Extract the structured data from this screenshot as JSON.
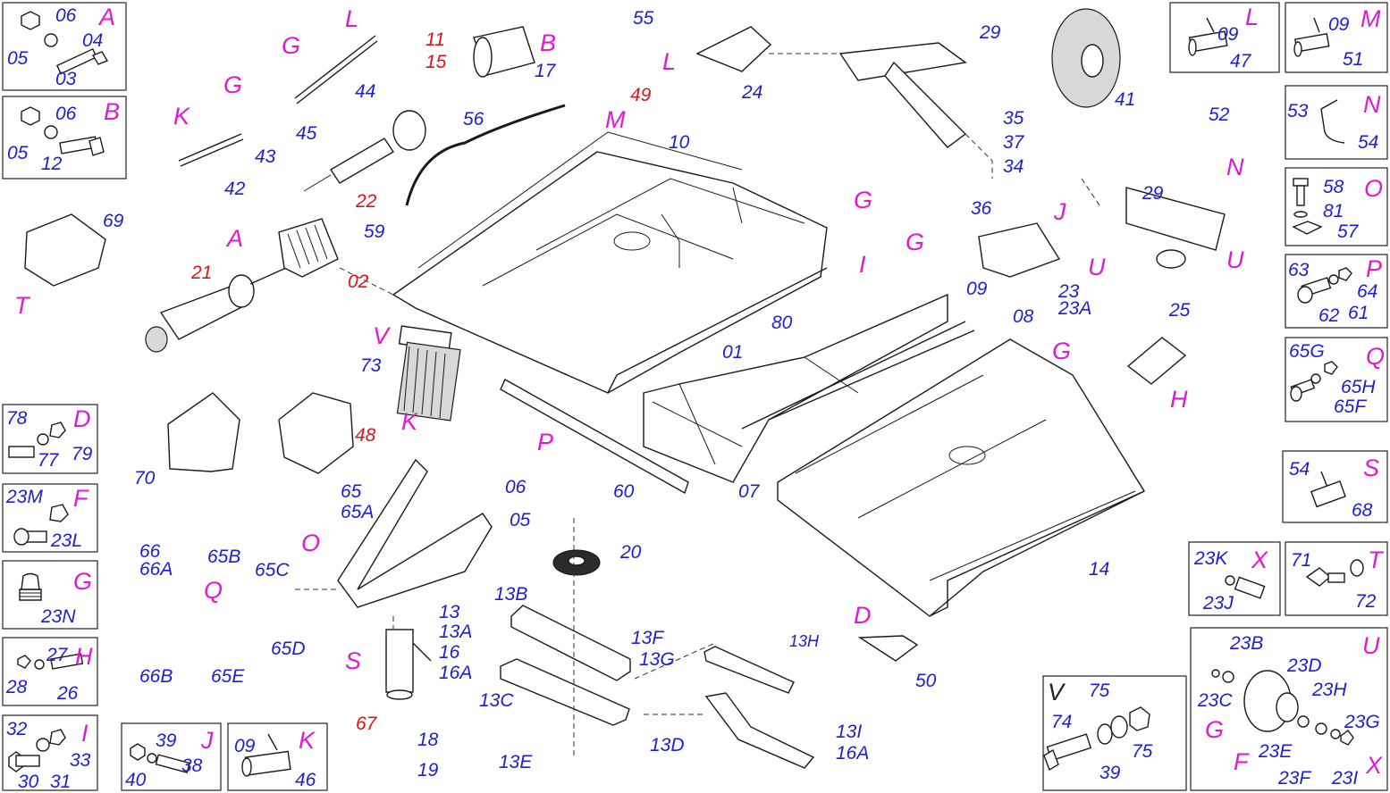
{
  "colors": {
    "part": "#1e1ed2",
    "red_part": "#d81616",
    "group": "#e01ad2",
    "line": "#1a1a1a"
  },
  "main_labels": {
    "p10": "10",
    "p29a": "29",
    "p29b": "29",
    "p41": "41",
    "p24": "24",
    "p25": "25",
    "p44": "44",
    "p45": "45",
    "p43": "43",
    "p42": "42",
    "p22": "22",
    "p56": "56",
    "p55": "55",
    "p17": "17",
    "p49": "49",
    "p11": "11",
    "p15": "15",
    "p02": "02",
    "p21": "21",
    "p59": "59",
    "p69": "69",
    "p73": "73",
    "p80": "80",
    "p01": "01",
    "p09": "09",
    "p08": "08",
    "p23": "23",
    "p23A": "23A",
    "p35": "35",
    "p37": "37",
    "p34": "34",
    "p36": "36",
    "p52": "52",
    "p48": "48",
    "p70": "70",
    "p60": "60",
    "p07": "07",
    "p14": "14",
    "p65": "65",
    "p65A": "65A",
    "p66": "66",
    "p66A": "66A",
    "p66B": "66B",
    "p65B": "65B",
    "p65C": "65C",
    "p65D": "65D",
    "p65E": "65E",
    "p67": "67",
    "p06": "06",
    "p05": "05",
    "p20": "20",
    "p13B": "13B",
    "p13": "13",
    "p13A": "13A",
    "p16": "16",
    "p16A": "16A",
    "p13F": "13F",
    "p13G": "13G",
    "p13C": "13C",
    "p18": "18",
    "p19": "19",
    "p13E": "13E",
    "p13D": "13D",
    "p13H": "13H",
    "p13I": "13I",
    "p16A2": "16A",
    "p50": "50"
  },
  "group_markers": {
    "A": "A",
    "G": "G",
    "L": "L",
    "K": "K",
    "B": "B",
    "M": "M",
    "I": "I",
    "J": "J",
    "U": "U",
    "H": "H",
    "N": "N",
    "V": "V",
    "T": "T",
    "P": "P",
    "D": "D",
    "O": "O",
    "Q": "Q",
    "S": "S"
  },
  "callouts": {
    "A": {
      "letter": "A",
      "parts": [
        "06",
        "05",
        "04",
        "03"
      ]
    },
    "B": {
      "letter": "B",
      "parts": [
        "06",
        "05",
        "12"
      ]
    },
    "D": {
      "letter": "D",
      "parts": [
        "78",
        "79",
        "77"
      ]
    },
    "F": {
      "letter": "F",
      "parts": [
        "23M",
        "23L"
      ]
    },
    "G": {
      "letter": "G",
      "parts": [
        "23N"
      ]
    },
    "H": {
      "letter": "H",
      "parts": [
        "27",
        "28",
        "26"
      ]
    },
    "I": {
      "letter": "I",
      "parts": [
        "32",
        "33",
        "30",
        "31"
      ]
    },
    "J": {
      "letter": "J",
      "parts": [
        "39",
        "38",
        "40"
      ]
    },
    "K": {
      "letter": "K",
      "parts": [
        "09",
        "46"
      ]
    },
    "L": {
      "letter": "L",
      "parts": [
        "09",
        "47"
      ]
    },
    "M": {
      "letter": "M",
      "parts": [
        "09",
        "51"
      ]
    },
    "N": {
      "letter": "N",
      "parts": [
        "53",
        "54"
      ]
    },
    "O": {
      "letter": "O",
      "parts": [
        "58",
        "81",
        "57"
      ]
    },
    "P": {
      "letter": "P",
      "parts": [
        "63",
        "64",
        "62",
        "61"
      ]
    },
    "Q": {
      "letter": "Q",
      "parts": [
        "65G",
        "65H",
        "65F"
      ]
    },
    "S": {
      "letter": "S",
      "parts": [
        "54",
        "68"
      ]
    },
    "X": {
      "letter": "X",
      "parts": [
        "23K",
        "23J"
      ]
    },
    "T": {
      "letter": "T",
      "parts": [
        "71",
        "72"
      ]
    },
    "U": {
      "letter": "U",
      "parts": [
        "23B",
        "23D",
        "23C",
        "23H",
        "23G",
        "23E",
        "23F",
        "23I"
      ],
      "markers": [
        "G",
        "F",
        "X"
      ]
    },
    "V": {
      "letter": "V",
      "parts": [
        "75",
        "74",
        "39",
        "75"
      ]
    }
  }
}
